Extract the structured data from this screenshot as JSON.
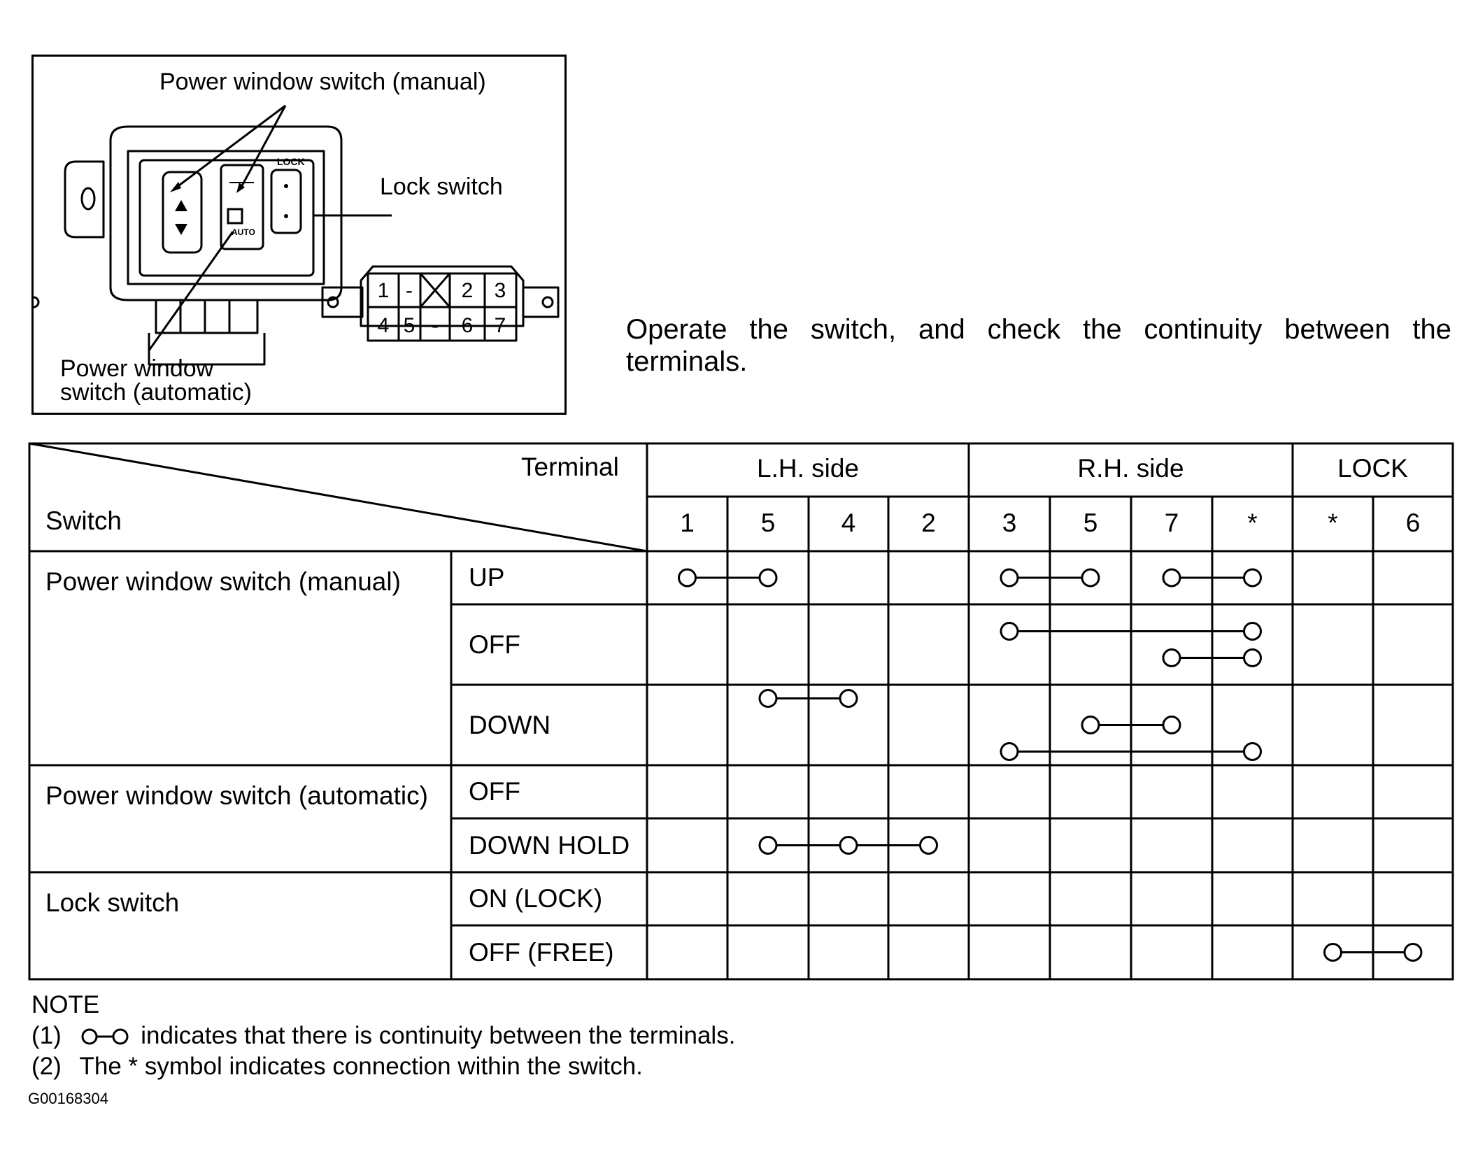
{
  "figure": {
    "label_manual": "Power window switch (manual)",
    "label_lock": "Lock switch",
    "label_auto_line1": "Power window",
    "label_auto_line2": "switch (automatic)",
    "lock_text": "LOCK",
    "auto_text": "AUTO",
    "connector_top": [
      "1",
      "-",
      "",
      "2",
      "3"
    ],
    "connector_bottom": [
      "4",
      "5",
      "-",
      "6",
      "7"
    ]
  },
  "instruction": "Operate the switch, and check the continuity between the terminals.",
  "table": {
    "header_terminal": "Terminal",
    "header_switch": "Switch",
    "groups": [
      "L.H. side",
      "R.H. side",
      "LOCK"
    ],
    "terminals": [
      "1",
      "5",
      "4",
      "2",
      "3",
      "5",
      "7",
      "*",
      "*",
      "6"
    ],
    "rows": [
      {
        "switch": "Power window switch (manual)",
        "position": "UP"
      },
      {
        "switch": "",
        "position": "OFF"
      },
      {
        "switch": "",
        "position": "DOWN"
      },
      {
        "switch": "Power window switch (automatic)",
        "position": "OFF"
      },
      {
        "switch": "",
        "position": "DOWN HOLD"
      },
      {
        "switch": "Lock switch",
        "position": "ON (LOCK)"
      },
      {
        "switch": "",
        "position": "OFF (FREE)"
      }
    ],
    "continuity": [
      {
        "row": 0,
        "connections": [
          [
            0,
            1
          ],
          [
            4,
            5
          ],
          [
            6,
            7
          ]
        ]
      },
      {
        "row": 1,
        "connections": [
          [
            4,
            7
          ],
          [
            6,
            7
          ]
        ]
      },
      {
        "row": 2,
        "connections": [
          [
            1,
            2
          ],
          [
            5,
            6
          ],
          [
            4,
            7
          ]
        ]
      },
      {
        "row": 3,
        "connections": []
      },
      {
        "row": 4,
        "connections": [
          [
            1,
            2,
            3
          ]
        ]
      },
      {
        "row": 5,
        "connections": []
      },
      {
        "row": 6,
        "connections": [
          [
            8,
            9
          ]
        ]
      }
    ]
  },
  "notes": {
    "title": "NOTE",
    "note1_num": "(1)",
    "note1_text": "indicates that there is continuity between the terminals.",
    "note2_num": "(2)",
    "note2_text": "The * symbol indicates connection within the switch."
  },
  "figure_id": "G00168304"
}
